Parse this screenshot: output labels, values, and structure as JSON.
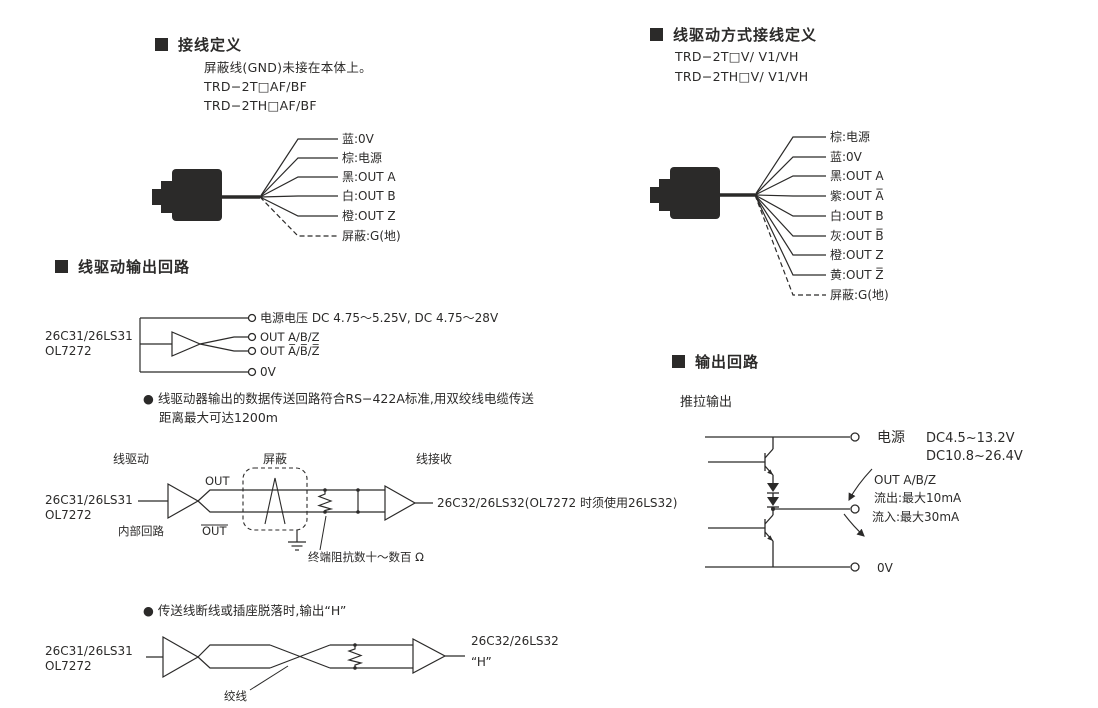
{
  "page": {
    "bg": "#ffffff",
    "ink": "#2b2a29"
  },
  "wiring_def": {
    "title": "接线定义",
    "note": "屏蔽线(GND)未接在本体上。",
    "model1": "TRD−2T□AF/BF",
    "model2": "TRD−2TH□AF/BF",
    "wires": [
      "蓝:0V",
      "棕:电源",
      "黑:OUT A",
      "白:OUT B",
      "橙:OUT Z"
    ],
    "shield_wire": "屏蔽:G(地)"
  },
  "line_driver_wiring_def": {
    "title": "线驱动方式接线定义",
    "model1": "TRD−2T□V/ V1/VH",
    "model2": "TRD−2TH□V/ V1/VH",
    "wires": [
      "棕:电源",
      "蓝:0V",
      "黑:OUT A",
      "紫:OUT A̅",
      "白:OUT B",
      "灰:OUT B̅",
      "橙:OUT Z",
      "黄:OUT Z̅"
    ],
    "shield_wire": "屏蔽:G(地)"
  },
  "line_driver_output": {
    "title": "线驱动输出回路",
    "chip_line1": "26C31/26LS31",
    "chip_line2": "OL7272",
    "supply": "电源电压 DC 4.75〜5.25V, DC 4.75〜28V",
    "out_pos": "OUT A/B/Z",
    "out_neg": "OUT A̅/B̅/Z̅",
    "zero_v": "0V",
    "note_line1": "● 线驱动器输出的数据传送回路符合RS−422A标准,用双绞线电缆传送",
    "note_line2": "距离最大可达1200m"
  },
  "transmission": {
    "driver_label": "线驱动",
    "shield_label": "屏蔽",
    "receiver_label": "线接收",
    "chip_line1": "26C31/26LS31",
    "chip_line2": "OL7272",
    "internal_label": "内部回路",
    "out_label": "OUT",
    "out_bar_label": "OUT",
    "receiver_chip": "26C32/26LS32(OL7272 时须使用26LS32)",
    "termination": "终端阻抗数十〜数百 Ω"
  },
  "break_circuit": {
    "note": "● 传送线断线或插座脱落时,输出“H”",
    "chip_line1": "26C31/26LS31",
    "chip_line2": "OL7272",
    "receiver_chip": "26C32/26LS32",
    "output_h": "“H”",
    "twisted_label": "绞线"
  },
  "output_circuit": {
    "title": "输出回路",
    "subtitle": "推拉输出",
    "power_label": "电源",
    "voltage1": "DC4.5~13.2V",
    "voltage2": "DC10.8~26.4V",
    "out_label": "OUT A/B/Z",
    "source_current": "流出:最大10mA",
    "sink_current": "流入:最大30mA",
    "zero_v": "0V"
  }
}
